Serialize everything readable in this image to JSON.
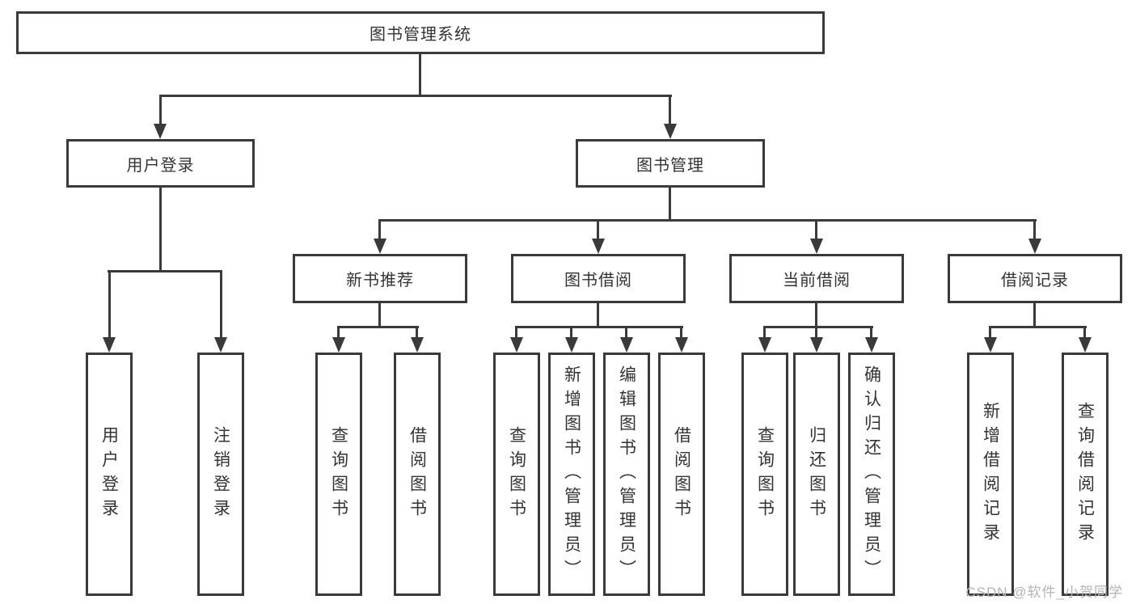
{
  "diagram": {
    "root": {
      "label": "图书管理系统"
    },
    "user_login_branch": {
      "label": "用户登录",
      "children": [
        "用户登录",
        "注销登录"
      ]
    },
    "book_management_branch": {
      "label": "图书管理",
      "modules": {
        "new_book_recommend": {
          "label": "新书推荐",
          "children": [
            "查询图书",
            "借阅图书"
          ]
        },
        "book_borrowing": {
          "label": "图书借阅",
          "children": [
            "查询图书",
            "新增图书（管理员）",
            "编辑图书（管理员）",
            "借阅图书"
          ]
        },
        "current_borrowing": {
          "label": "当前借阅",
          "children": [
            "查询图书",
            "归还图书",
            "确认归还（管理员）"
          ]
        },
        "borrowing_records": {
          "label": "借阅记录",
          "children": [
            "新增借阅记录",
            "查询借阅记录"
          ]
        }
      }
    }
  },
  "watermark": {
    "text": "CSDN @软件_小贺同学"
  },
  "colors": {
    "line": "#3a3a3a",
    "text": "#333333",
    "watermark": "#b3b3b3",
    "background": "#ffffff"
  }
}
